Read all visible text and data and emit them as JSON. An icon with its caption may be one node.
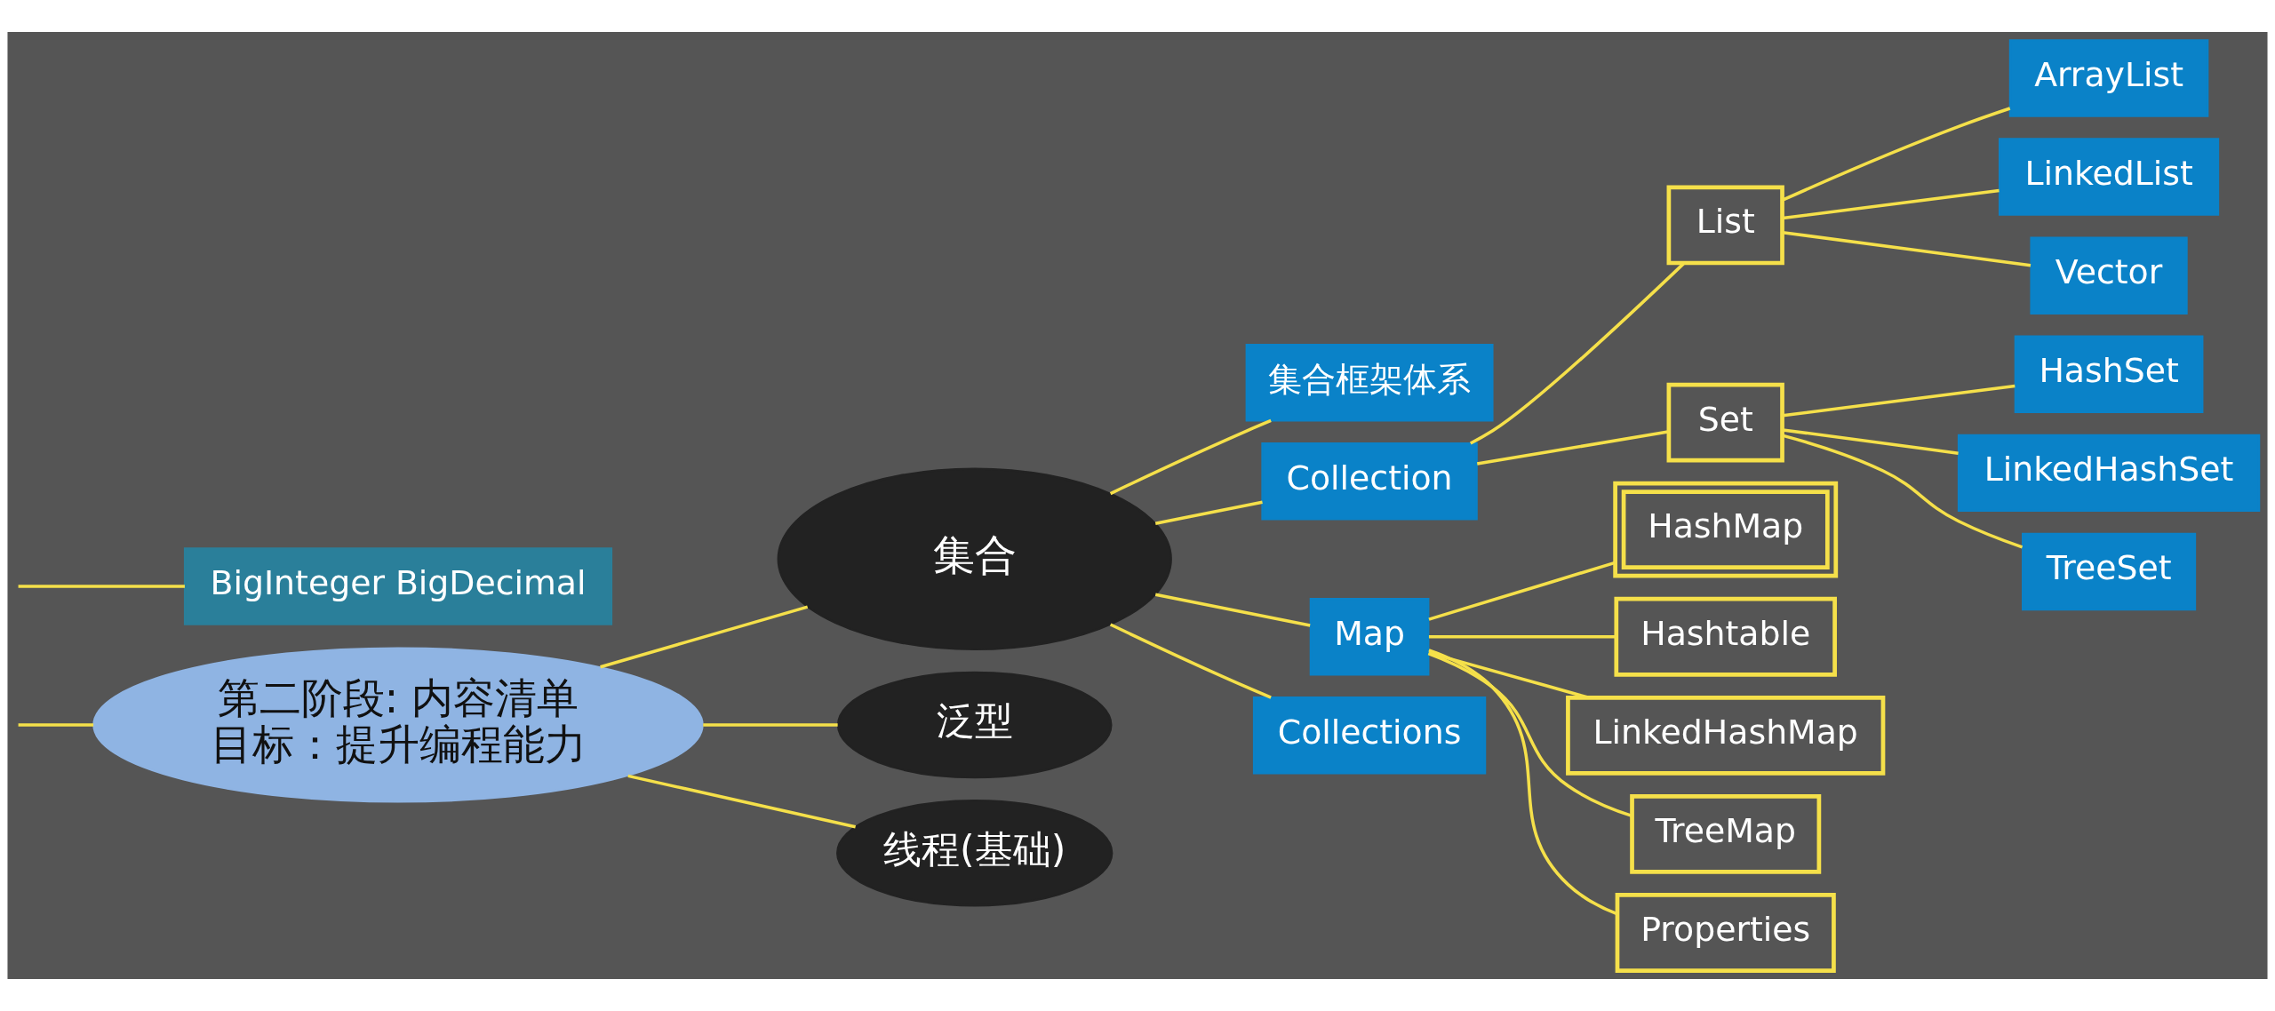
{
  "diagram": {
    "nodes": [
      {
        "text": [
          "第二阶段: 内容清单",
          "目标：提升编程能力"
        ]
      },
      {
        "text": [
          "BigInteger BigDecimal"
        ]
      },
      {
        "text": [
          "集合"
        ]
      },
      {
        "text": [
          "集合框架体系"
        ]
      },
      {
        "text": [
          "Collection"
        ]
      },
      {
        "text": [
          "List"
        ]
      },
      {
        "text": [
          "ArrayList"
        ]
      },
      {
        "text": [
          "LinkedList"
        ]
      },
      {
        "text": [
          "Vector"
        ]
      },
      {
        "text": [
          "Set"
        ]
      },
      {
        "text": [
          "HashSet"
        ]
      },
      {
        "text": [
          "LinkedHashSet"
        ]
      },
      {
        "text": [
          "TreeSet"
        ]
      },
      {
        "text": [
          "Map"
        ]
      },
      {
        "text": [
          "HashMap"
        ]
      },
      {
        "text": [
          "Hashtable"
        ]
      },
      {
        "text": [
          "LinkedHashMap"
        ]
      },
      {
        "text": [
          "TreeMap"
        ]
      },
      {
        "text": [
          "Properties"
        ]
      },
      {
        "text": [
          "Collections"
        ]
      },
      {
        "text": [
          "泛型"
        ]
      },
      {
        "text": [
          "线程(基础)"
        ]
      }
    ],
    "edges": [
      {
        "from": null,
        "to": 0,
        "arrow": "none"
      },
      {
        "from": null,
        "to": 1,
        "arrow": "none"
      },
      {
        "from": 0,
        "to": 2,
        "arrow": "none"
      },
      {
        "from": 2,
        "to": 3,
        "arrow": "none"
      },
      {
        "from": 2,
        "to": 4,
        "arrow": "none"
      },
      {
        "from": 4,
        "to": 5,
        "arrow": "none"
      },
      {
        "from": 5,
        "to": 6,
        "arrow": "none"
      },
      {
        "from": 5,
        "to": 7,
        "arrow": "none"
      },
      {
        "from": 5,
        "to": 8,
        "arrow": "none"
      },
      {
        "from": 4,
        "to": 9,
        "arrow": "none"
      },
      {
        "from": 9,
        "to": 10,
        "arrow": "none"
      },
      {
        "from": 9,
        "to": 11,
        "arrow": "none"
      },
      {
        "from": 9,
        "to": 12,
        "arrow": "none"
      },
      {
        "from": 2,
        "to": 13,
        "arrow": "none"
      },
      {
        "from": 13,
        "to": 14,
        "arrow": "none"
      },
      {
        "from": 13,
        "to": 15,
        "arrow": "none"
      },
      {
        "from": 13,
        "to": 16,
        "arrow": "none"
      },
      {
        "from": 13,
        "to": 17,
        "arrow": "none"
      },
      {
        "from": 13,
        "to": 18,
        "arrow": "none"
      },
      {
        "from": 2,
        "to": 19,
        "arrow": "none"
      },
      {
        "from": 0,
        "to": 20,
        "arrow": "none"
      },
      {
        "from": 0,
        "to": 21,
        "arrow": "none"
      }
    ]
  }
}
